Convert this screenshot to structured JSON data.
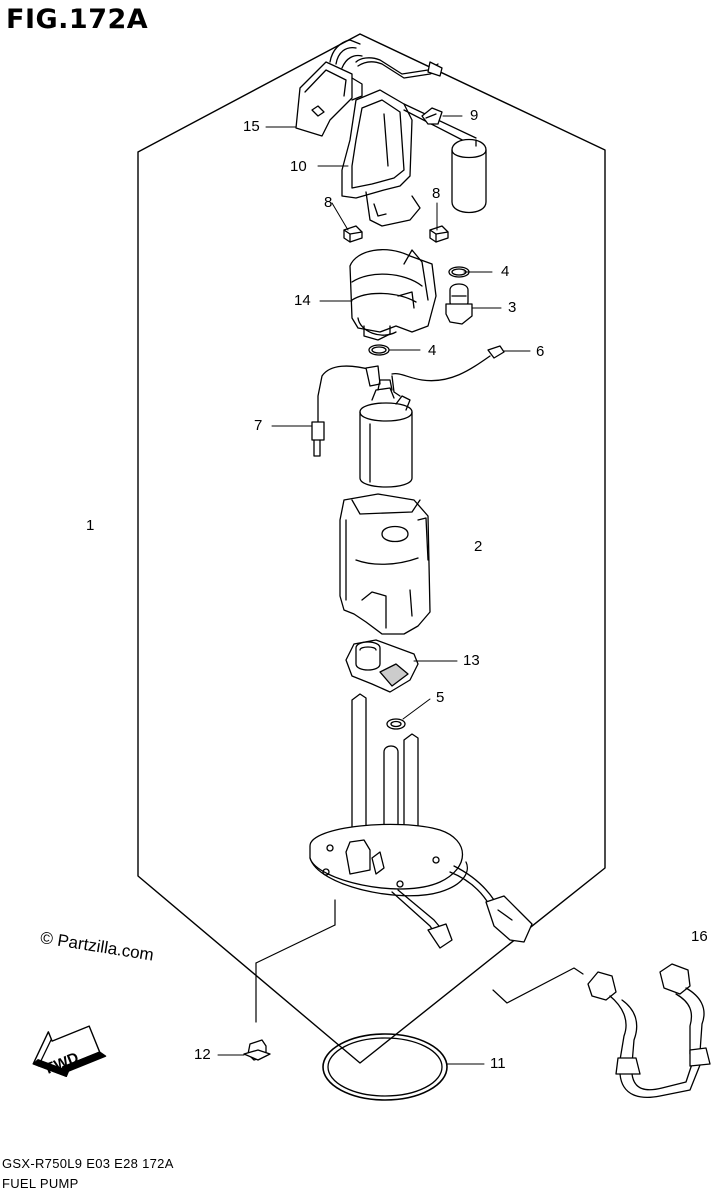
{
  "figure": {
    "title": "FIG.172A",
    "model_line": "GSX-R750L9  E03  E28  172A",
    "caption": "FUEL PUMP",
    "copyright": "© Partzilla.com",
    "fwd_label": "FWD"
  },
  "callouts": [
    "1",
    "2",
    "3",
    "4",
    "4",
    "5",
    "6",
    "7",
    "8",
    "8",
    "9",
    "10",
    "11",
    "12",
    "13",
    "14",
    "15",
    "16"
  ]
}
